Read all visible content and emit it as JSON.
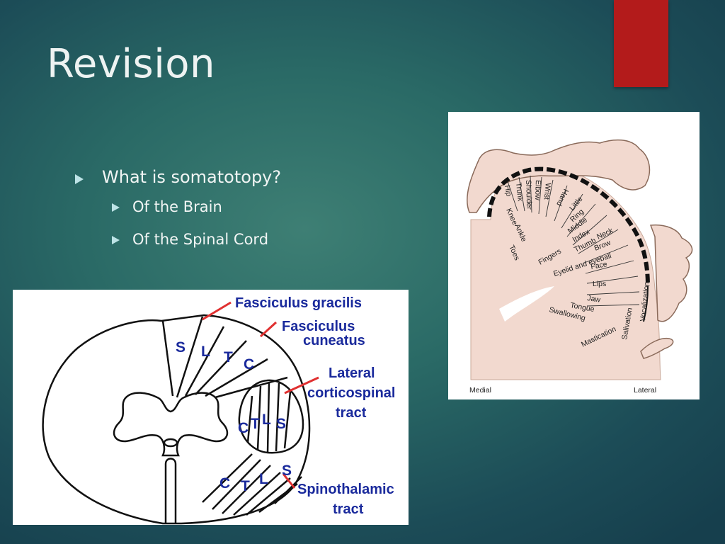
{
  "slide": {
    "title": "Revision",
    "accent_color": "#b31b1b",
    "bullets": [
      {
        "text": "What is somatotopy?",
        "level": 1
      },
      {
        "text": "Of the Brain",
        "level": 2
      },
      {
        "text": "Of the Spinal Cord",
        "level": 2
      }
    ]
  },
  "spinal_cord_diagram": {
    "labels": {
      "gracilis": "Fasciculus gracilis",
      "cuneatus_1": "Fasciculus",
      "cuneatus_2": "cuneatus",
      "lateral_1": "Lateral",
      "lateral_2": "corticospinal",
      "lateral_3": "tract",
      "spino_1": "Spinothalamic",
      "spino_2": "tract"
    },
    "dorsal_letters": [
      "S",
      "L",
      "T",
      "C"
    ],
    "corticospinal_letters": [
      "C",
      "T",
      "L",
      "S"
    ],
    "spinothalamic_letters": [
      "C",
      "T",
      "L",
      "S"
    ],
    "label_color": "#1a2a9c",
    "pointer_color": "#e03030"
  },
  "homunculus_diagram": {
    "body_parts": [
      "Hip",
      "Trunk",
      "Shoulder",
      "Elbow",
      "Wrist",
      "Hand",
      "Little",
      "Ring",
      "Middle",
      "Index",
      "Thumb",
      "Neck",
      "Brow",
      "Eyelid and eyeball",
      "Face",
      "Lips",
      "Jaw",
      "Tongue",
      "Swallowing"
    ],
    "medial_parts": [
      "Knee",
      "Ankle",
      "Toes"
    ],
    "fingers_label": "Fingers",
    "side_labels": [
      "Vocalization",
      "Salivation",
      "Mastication"
    ],
    "medial_label": "Medial",
    "lateral_label": "Lateral",
    "panel_color": "#f2d9cf"
  }
}
